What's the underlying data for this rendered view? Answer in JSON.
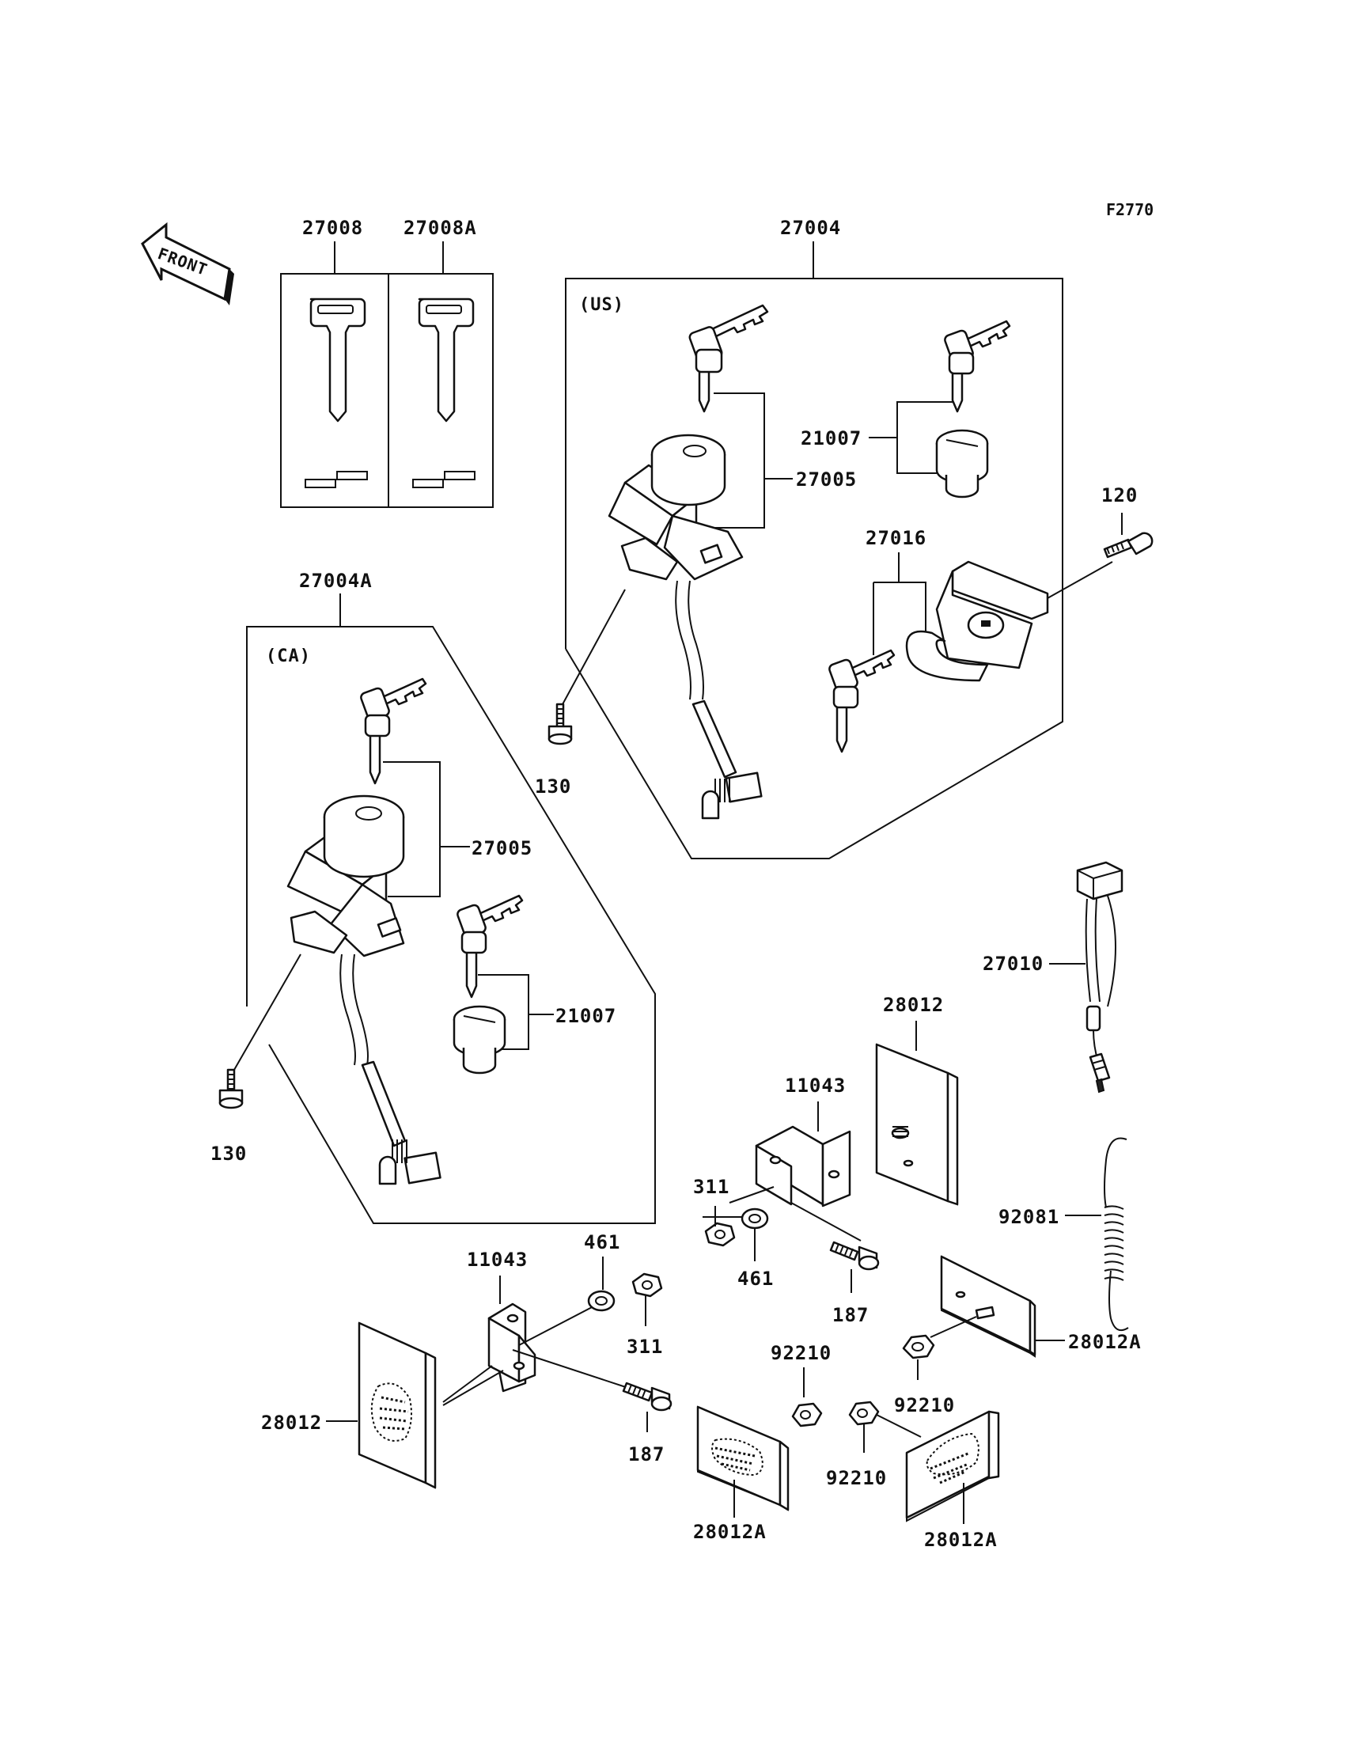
{
  "figure_code": "F2770",
  "front_label": "FRONT",
  "region_labels": {
    "us": "(US)",
    "ca": "(CA)"
  },
  "labels": {
    "key_blank": "27008",
    "key_blank_alt": "27008A",
    "ignition_kit_us": "27004",
    "ignition_kit_ca": "27004A",
    "key_set_us": "27005",
    "key_set_ca": "27005",
    "lock_cyl_us": "21007",
    "lock_cyl_ca": "21007",
    "helmet_lock": "27016",
    "bolt_120": "120",
    "screw_130_us": "130",
    "screw_130_ca": "130",
    "switch_27010": "27010",
    "reflector_top": "28012",
    "reflector_left": "28012",
    "bracket_upper": "11043",
    "bracket_lower": "11043",
    "nut_311_upper": "311",
    "nut_311_lower": "311",
    "washer_461_upper": "461",
    "washer_461_lower": "461",
    "bolt_187_upper": "187",
    "bolt_187_lower": "187",
    "spring_92081": "92081",
    "reflector_a_right": "28012A",
    "reflector_a_mid": "28012A",
    "reflector_a_low": "28012A",
    "nut_92210_a": "92210",
    "nut_92210_b": "92210",
    "nut_92210_c": "92210"
  }
}
